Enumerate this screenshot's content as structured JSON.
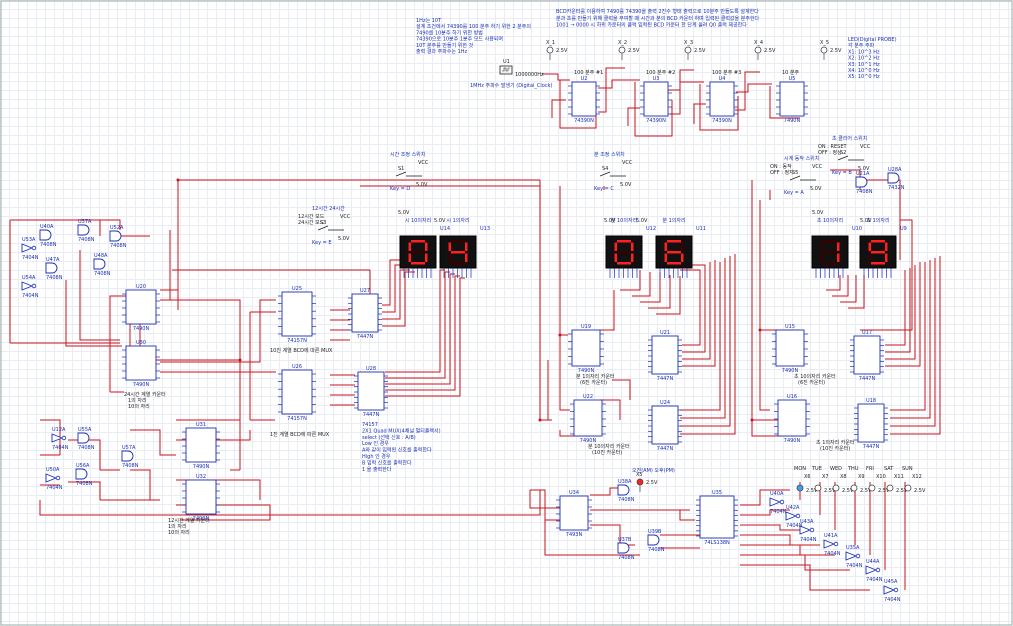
{
  "notes": {
    "top_left": [
      "1Hz는 10T",
      "설계 조건에서 74390를 100 분주 하기 위한 2 분주의",
      "7490를 10분주 하기 위한 방법",
      "74390으로 10분주 1분주 모드 사용되며",
      "10T 분주를 만들기 위한 것",
      "출력 결과 주파수는 1Hz"
    ],
    "top_right": [
      "BCD카운터를 이용하여 7490를 74390을 출력 2진수 형태 출력으로 10분주 만들도록 설계한다",
      "분과 초를 만들기 위해 클럭을 부여할 때 시간과 분의 BCD 카운터 하며 입력된 클럭값을 분주한다",
      "1001 → 0000 시 하위 카운터의 클럭 입력된 BCD 카운터 한 단계 올려 Q0 출력 제공한다"
    ],
    "probe": [
      "LED(Digital PROBE)",
      "각 분주 주파",
      "X1: 10^3 Hz",
      "X2: 10^2 Hz",
      "X3: 10^1 Hz",
      "X4: 10^0 Hz",
      "X5: 10^0 Hz"
    ],
    "mux_note": [
      "74157",
      "2X1 Quad MUX(4채널 멀티플렉서)",
      "select (선택 신호 : A/B)",
      "Low 인 경우",
      "A와 같이 입력된 신호를 출력한다",
      "High 인 경우",
      "B 입력 신호를 출력한다",
      "1 을 출력한다"
    ]
  },
  "clock": {
    "ref": "U1",
    "freq": "1000000Hz",
    "label": "1MHz 주파수 발생기 (Digital_Clock)"
  },
  "dividers": [
    {
      "name": "100 분주 #1",
      "ref": "U2",
      "part": "74390N",
      "probe": "X_1",
      "v": "2.5V"
    },
    {
      "name": "100 분주 #2",
      "ref": "U3",
      "part": "74390N",
      "probe": "X_2",
      "v": "2.5V"
    },
    {
      "name": "100 분주 #3",
      "ref": "U4",
      "part": "74390N",
      "probe": "X_3",
      "v": "2.5V"
    },
    {
      "name": "10 분주",
      "ref": "U5",
      "part": "7490N",
      "probe": "X_4",
      "v": "2.5V"
    }
  ],
  "x5": {
    "name": "X_5",
    "v": "2.5V"
  },
  "switches": [
    {
      "title": "시간 조정 스위치",
      "ref": "S1",
      "key": "Key = D",
      "vcc": "VCC",
      "v": "5.0V"
    },
    {
      "title": "12시간 24시간",
      "ref": "S3",
      "key": "Key = E",
      "vcc": "VCC",
      "v": "5.0V",
      "a": "12시간 모드",
      "b": "24시간 모드"
    },
    {
      "title": "분 조정 스위치",
      "ref": "S4",
      "key": "Key = C",
      "vcc": "VCC",
      "v": "5.0V"
    },
    {
      "title": "시계 동작 스위치",
      "ref": "S5",
      "key": "Key = A",
      "vcc": "VCC",
      "v": "5.0V",
      "a": "ON : 동작",
      "b": "OFF : 정지"
    },
    {
      "title": "초 클리어 스위치",
      "ref": "S2",
      "key": "Key = B",
      "vcc": "VCC",
      "v": "5.0V",
      "a": "ON : RESET",
      "b": "OFF : 정상"
    }
  ],
  "displays": [
    {
      "title": "시 10의자리",
      "ref": "U14",
      "digit": "0"
    },
    {
      "title": "시 1의자리",
      "ref": "U13",
      "digit": "4"
    },
    {
      "title": "분 10의자리",
      "ref": "U12",
      "digit": "0"
    },
    {
      "title": "분 1의자리",
      "ref": "U11",
      "digit": "6"
    },
    {
      "title": "초 10의자리",
      "ref": "U10",
      "digit": "1"
    },
    {
      "title": "초 1의자리",
      "ref": "U9",
      "digit": "9"
    }
  ],
  "hour_chips": [
    {
      "ref": "U20",
      "part": "7490N"
    },
    {
      "ref": "U30",
      "part": "7490N"
    },
    {
      "ref": "U31",
      "part": "7490N"
    },
    {
      "ref": "U32",
      "part": "7490N"
    }
  ],
  "hour_labels": [
    "24시간 계열 카운터",
    "1의 자리",
    "10의 자리",
    "12시간 계열 카운터",
    "1의 자리",
    "10의 자리"
  ],
  "mux_chips": [
    {
      "ref": "U25",
      "part": "74157N",
      "label": "10진 계열 BCD에 따른 MUX"
    },
    {
      "ref": "U26",
      "part": "74157N",
      "label": "1진 계열 BCD에 따른 MUX"
    }
  ],
  "decoders": [
    {
      "ref": "U27",
      "part": "7447N"
    },
    {
      "ref": "U28",
      "part": "7447N"
    },
    {
      "ref": "U21",
      "part": "7447N"
    },
    {
      "ref": "U24",
      "part": "7447N"
    },
    {
      "ref": "U17",
      "part": "7447N"
    },
    {
      "ref": "U18",
      "part": "7447N"
    }
  ],
  "counters_min": [
    {
      "ref": "U19",
      "part": "7490N",
      "label": "분 1의자리 카운터",
      "sub": "(6진 카운터)"
    },
    {
      "ref": "U22",
      "part": "7490N",
      "label": "분 10의자리 카운터",
      "sub": "(10진 카운터)"
    }
  ],
  "counters_sec": [
    {
      "ref": "U15",
      "part": "7490N",
      "label": "초 10의자리 카운터",
      "sub": "(6진 카운터)"
    },
    {
      "ref": "U16",
      "part": "7490N",
      "label": "초 1의자리 카운터",
      "sub": "(10진 카운터)"
    }
  ],
  "gates_left": [
    {
      "ref": "U40A",
      "part": "7408N"
    },
    {
      "ref": "U37A",
      "part": "7408N"
    },
    {
      "ref": "U52A",
      "part": "7408N"
    },
    {
      "ref": "U53A",
      "part": "7404N"
    },
    {
      "ref": "U54A",
      "part": "7404N"
    },
    {
      "ref": "U47A",
      "part": "7408N"
    },
    {
      "ref": "U48A",
      "part": "7408N"
    },
    {
      "ref": "U12A",
      "part": "7404N"
    },
    {
      "ref": "U55A",
      "part": "7408N"
    },
    {
      "ref": "U57A",
      "part": "7408N"
    },
    {
      "ref": "U50A",
      "part": "7404N"
    },
    {
      "ref": "U56A",
      "part": "7408N"
    }
  ],
  "gates_sec": [
    {
      "ref": "U21A",
      "part": "7408N"
    },
    {
      "ref": "U28A",
      "part": "7432N"
    }
  ],
  "ampm": {
    "title": "오전(AM) 오후(PM)",
    "ref": "X5",
    "v": "2.5V",
    "chip": "U34",
    "part": "7493N",
    "gate1": "U38A",
    "gate2": "U37B",
    "gate3": "U39B"
  },
  "week_decoder": {
    "ref": "U35",
    "part": "74LS138N"
  },
  "days": [
    {
      "name": "MON",
      "ref": "X6"
    },
    {
      "name": "TUE",
      "ref": "X7"
    },
    {
      "name": "WED",
      "ref": "X8"
    },
    {
      "name": "THU",
      "ref": "X9"
    },
    {
      "name": "FRI",
      "ref": "X10"
    },
    {
      "name": "SAT",
      "ref": "X11"
    },
    {
      "name": "SUN",
      "ref": "X12"
    }
  ],
  "day_v": "2.5V",
  "day_gates": [
    {
      "ref": "U40A",
      "part": "7404N"
    },
    {
      "ref": "U42A",
      "part": "7404N"
    },
    {
      "ref": "U43A",
      "part": "7404N"
    },
    {
      "ref": "U41A",
      "part": "7404N"
    },
    {
      "ref": "U35A",
      "part": "7404N"
    },
    {
      "ref": "U44A",
      "part": "7404N"
    },
    {
      "ref": "U45A",
      "part": "7404N"
    }
  ],
  "colors": {
    "wire": "#c8141e",
    "component": "#1b2fb5",
    "segment_on": "#ff2020",
    "display_bg": "#111111"
  }
}
